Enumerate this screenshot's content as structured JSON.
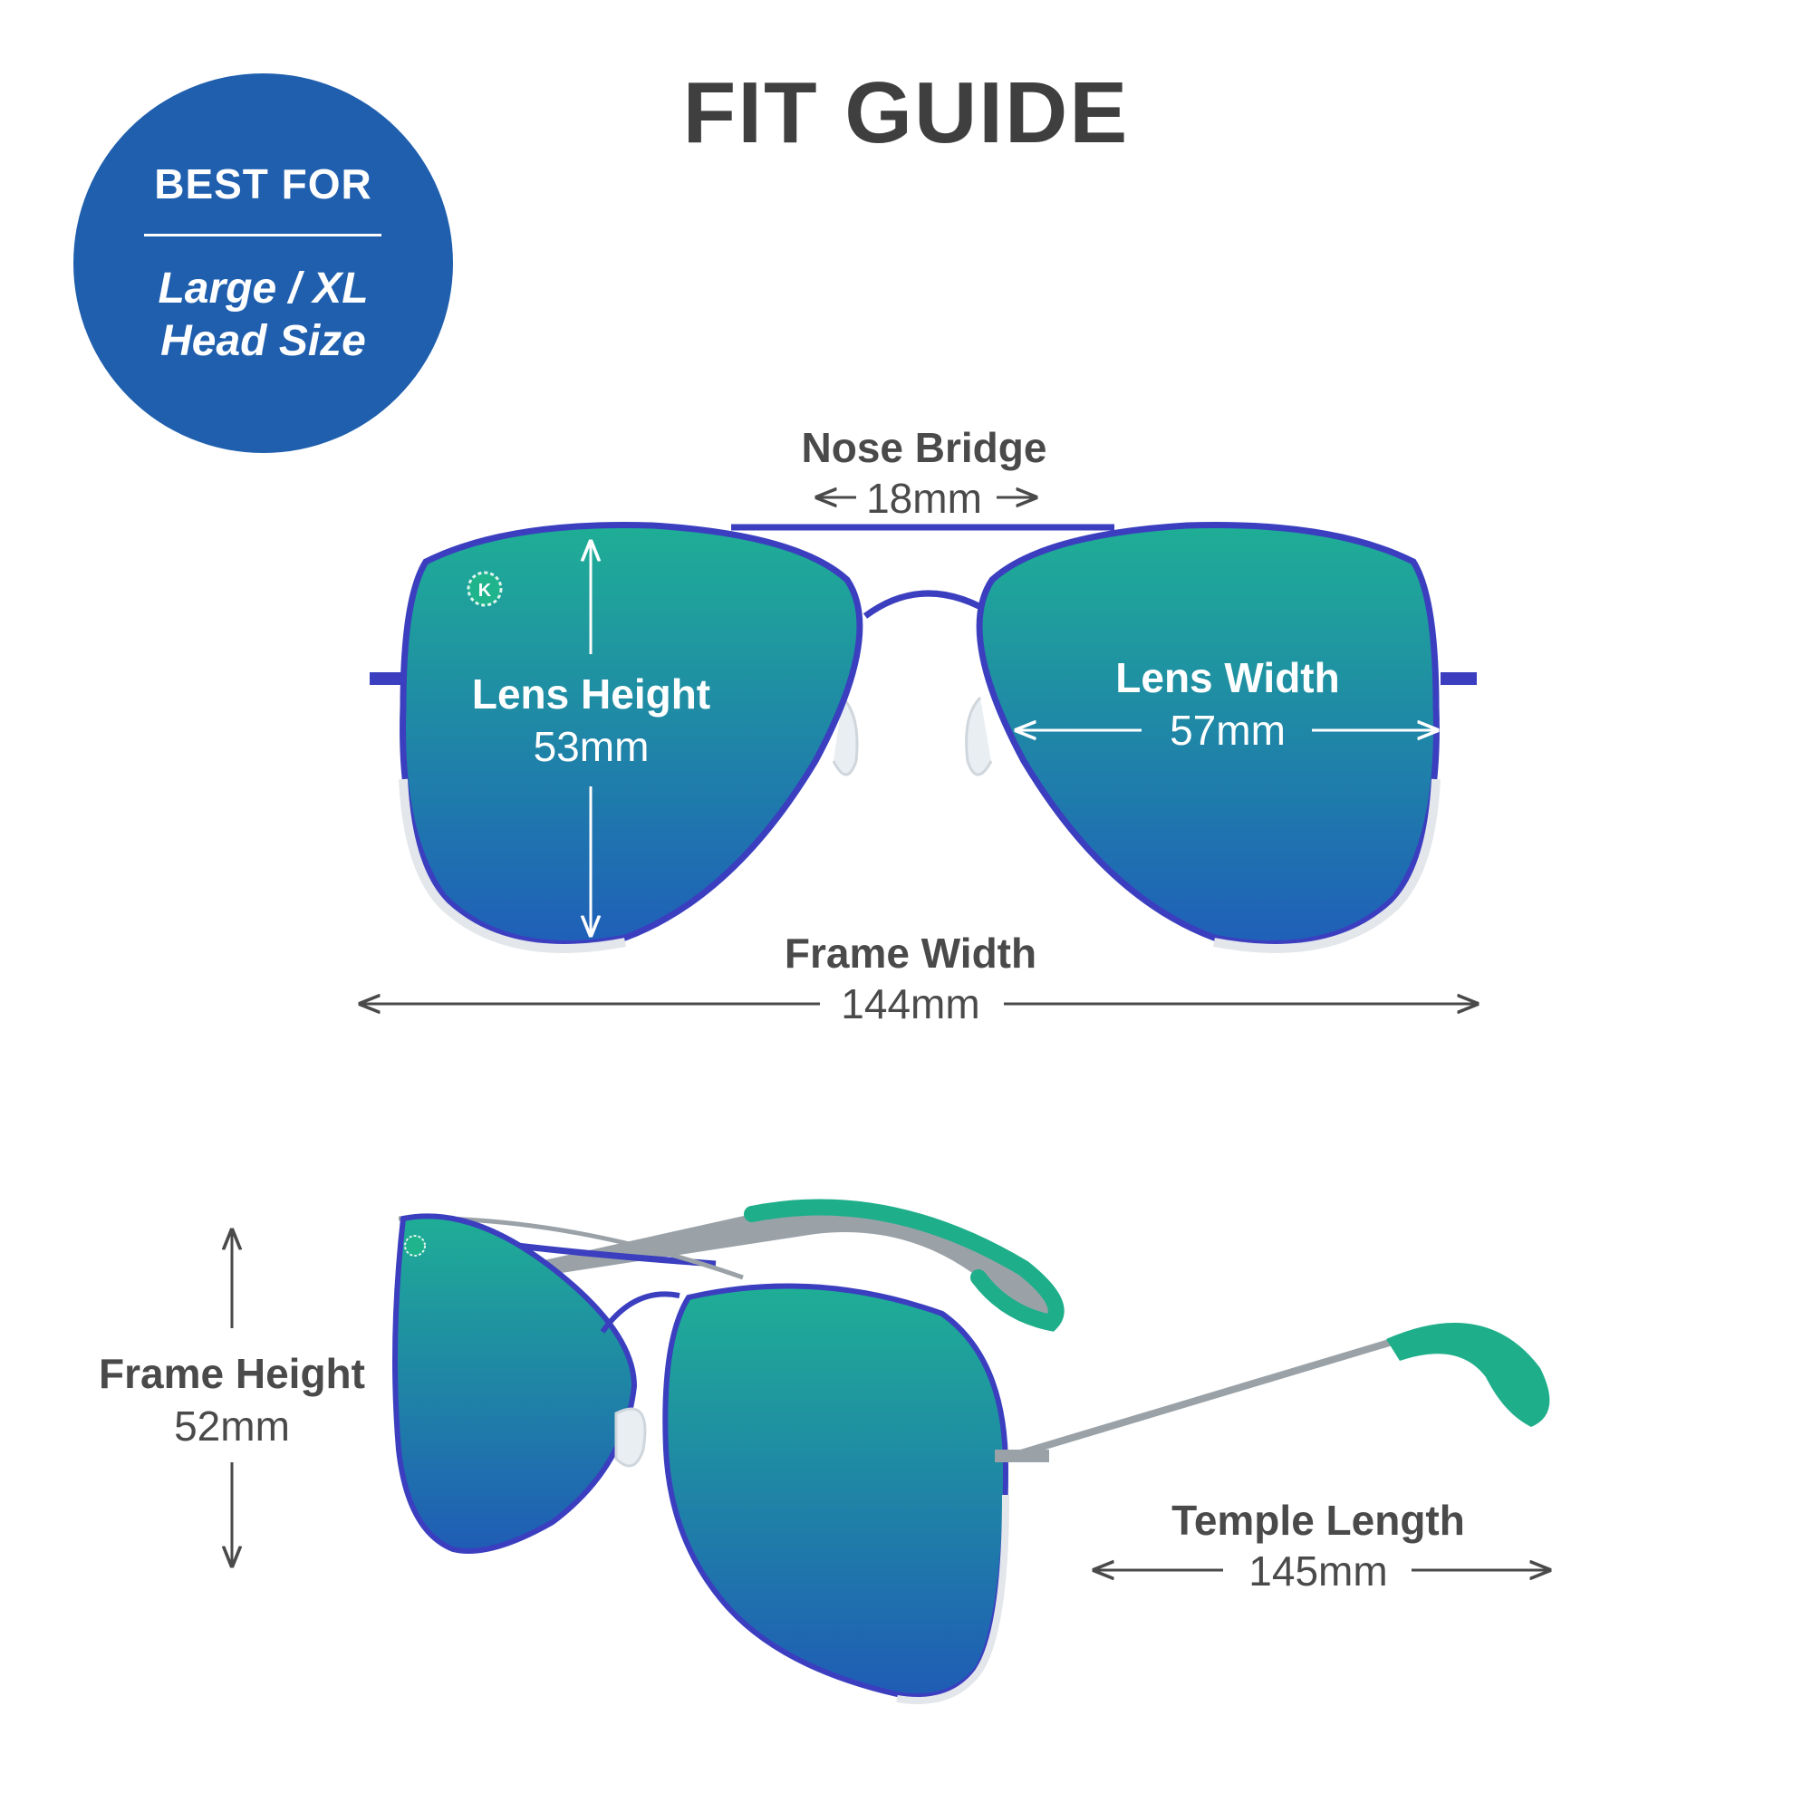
{
  "title": "FIT GUIDE",
  "badge": {
    "heading": "BEST FOR",
    "line1": "Large / XL",
    "line2": "Head Size"
  },
  "measurements": {
    "nose_bridge": {
      "label": "Nose Bridge",
      "value": "18mm"
    },
    "lens_height": {
      "label": "Lens Height",
      "value": "53mm"
    },
    "lens_width": {
      "label": "Lens Width",
      "value": "57mm"
    },
    "frame_width": {
      "label": "Frame Width",
      "value": "144mm"
    },
    "frame_height": {
      "label": "Frame Height",
      "value": "52mm"
    },
    "temple_length": {
      "label": "Temple Length",
      "value": "145mm"
    }
  },
  "colors": {
    "badge": "#1f5fae",
    "frame": "#3b3fbf",
    "lens_top": "#1fae96",
    "lens_bottom": "#1f5fb8",
    "text": "#4a4a4a",
    "temple_tip": "#1fb48c"
  },
  "icons": [
    "brand-logo-icon"
  ]
}
